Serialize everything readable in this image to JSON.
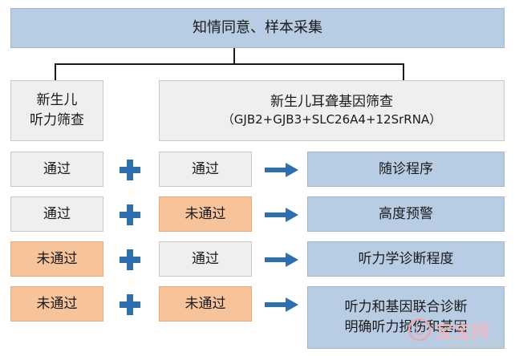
{
  "top_box": "知情同意、样本采集",
  "hearing_screen": {
    "line1": "新生儿",
    "line2": "听力筛查"
  },
  "gene_screen": {
    "line1": "新生儿耳聋基因筛查",
    "line2": "（GJB2+GJB3+SLC26A4+12SrRNA）"
  },
  "rows": [
    {
      "left": "通过",
      "right": "通过",
      "result": [
        "随诊程序"
      ]
    },
    {
      "left": "通过",
      "right": "未通过",
      "result": [
        "高度预警"
      ]
    },
    {
      "left": "未通过",
      "right": "通过",
      "result": [
        "听力学诊断程度"
      ]
    },
    {
      "left": "未通过",
      "right": "未通过",
      "result": [
        "听力和基因联合诊断",
        "明确听力损伤和基因"
      ]
    }
  ],
  "watermark": {
    "text": "宝宝网",
    "url": "www.8bb.com"
  },
  "colors": {
    "blue": "#b8cde4",
    "gray": "#efefef",
    "orange": "#f7c39b",
    "accent": "#2f6fad"
  }
}
